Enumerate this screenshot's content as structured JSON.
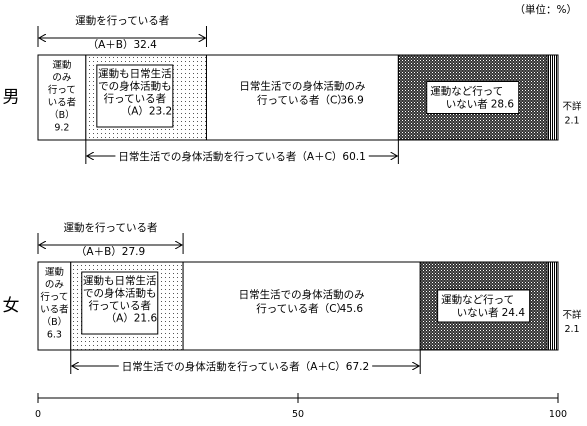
{
  "unit_label": "（単位：%）",
  "chart_data": {
    "type": "bar",
    "orientation": "horizontal-stacked-100",
    "unit": "%",
    "xlim": [
      0,
      100
    ],
    "x_ticks": [
      0,
      50,
      100
    ],
    "categories": [
      "男",
      "女"
    ],
    "series": [
      {
        "key": "B",
        "label_lines": [
          "運動",
          "のみ",
          "行って",
          "いる者",
          "（B）"
        ],
        "values": [
          9.2,
          6.3
        ],
        "value_text": [
          "9.2",
          "6.3"
        ],
        "pattern": "plain"
      },
      {
        "key": "A",
        "label_lines": [
          "運動も日常生活",
          "での身体活動も",
          "行っている者",
          "（A）"
        ],
        "values": [
          23.2,
          21.6
        ],
        "value_text": [
          "23.2",
          "21.6"
        ],
        "pattern": "dots"
      },
      {
        "key": "C",
        "label_lines": [
          "日常生活での身体活動のみ",
          "行っている者（C）"
        ],
        "values": [
          36.9,
          45.6
        ],
        "value_text": [
          "36.9",
          "45.6"
        ],
        "pattern": "plain"
      },
      {
        "key": "none",
        "label_lines": [
          "運動など行って",
          "いない者"
        ],
        "values": [
          28.6,
          24.4
        ],
        "value_text": [
          "28.6",
          "24.4"
        ],
        "pattern": "crosshatch"
      },
      {
        "key": "unknown",
        "label_lines": [
          "不詳"
        ],
        "values": [
          2.1,
          2.1
        ],
        "value_text": [
          "2.1",
          "2.1"
        ],
        "pattern": "vlines"
      }
    ],
    "annotations": [
      {
        "category": "男",
        "type": "A+B",
        "label": "運動を行っている者",
        "value_label": "（A＋B）32.4",
        "value": 32.4
      },
      {
        "category": "男",
        "type": "A+C",
        "label": "日常生活での身体活動を行っている者（A＋C）60.1",
        "value": 60.1
      },
      {
        "category": "女",
        "type": "A+B",
        "label": "運動を行っている者",
        "value_label": "（A＋B）27.9",
        "value": 27.9
      },
      {
        "category": "女",
        "type": "A+C",
        "label": "日常生活での身体活動を行っている者（A＋C）67.2",
        "value": 67.2
      }
    ]
  }
}
